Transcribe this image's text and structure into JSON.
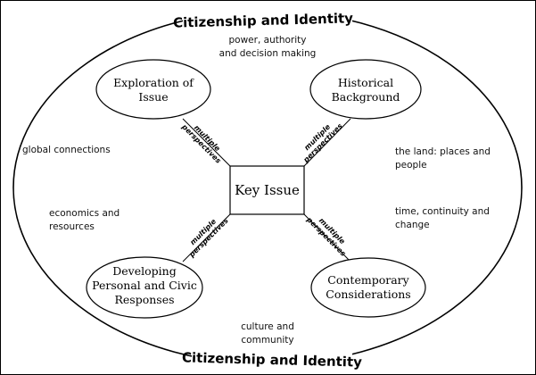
{
  "title_top": "Citizenship and Identity",
  "title_bottom": "Citizenship and Identity",
  "center": "Key Issue",
  "nodes": {
    "exploration": {
      "line1": "Exploration of",
      "line2": "Issue"
    },
    "historical": {
      "line1": "Historical",
      "line2": "Background"
    },
    "developing": {
      "line1": "Developing",
      "line2": "Personal and Civic",
      "line3": "Responses"
    },
    "contemporary": {
      "line1": "Contemporary",
      "line2": "Considerations"
    }
  },
  "themes": {
    "power": {
      "line1": "power, authority",
      "line2": "and decision making"
    },
    "global": {
      "line1": "global connections"
    },
    "land": {
      "line1": "the land: places and",
      "line2": "people"
    },
    "economics": {
      "line1": "economics and",
      "line2": "resources"
    },
    "time": {
      "line1": "time, continuity and",
      "line2": "change"
    },
    "culture": {
      "line1": "culture and",
      "line2": "community"
    }
  },
  "connector_label": {
    "line1": "multiple",
    "line2": "perspectives"
  }
}
